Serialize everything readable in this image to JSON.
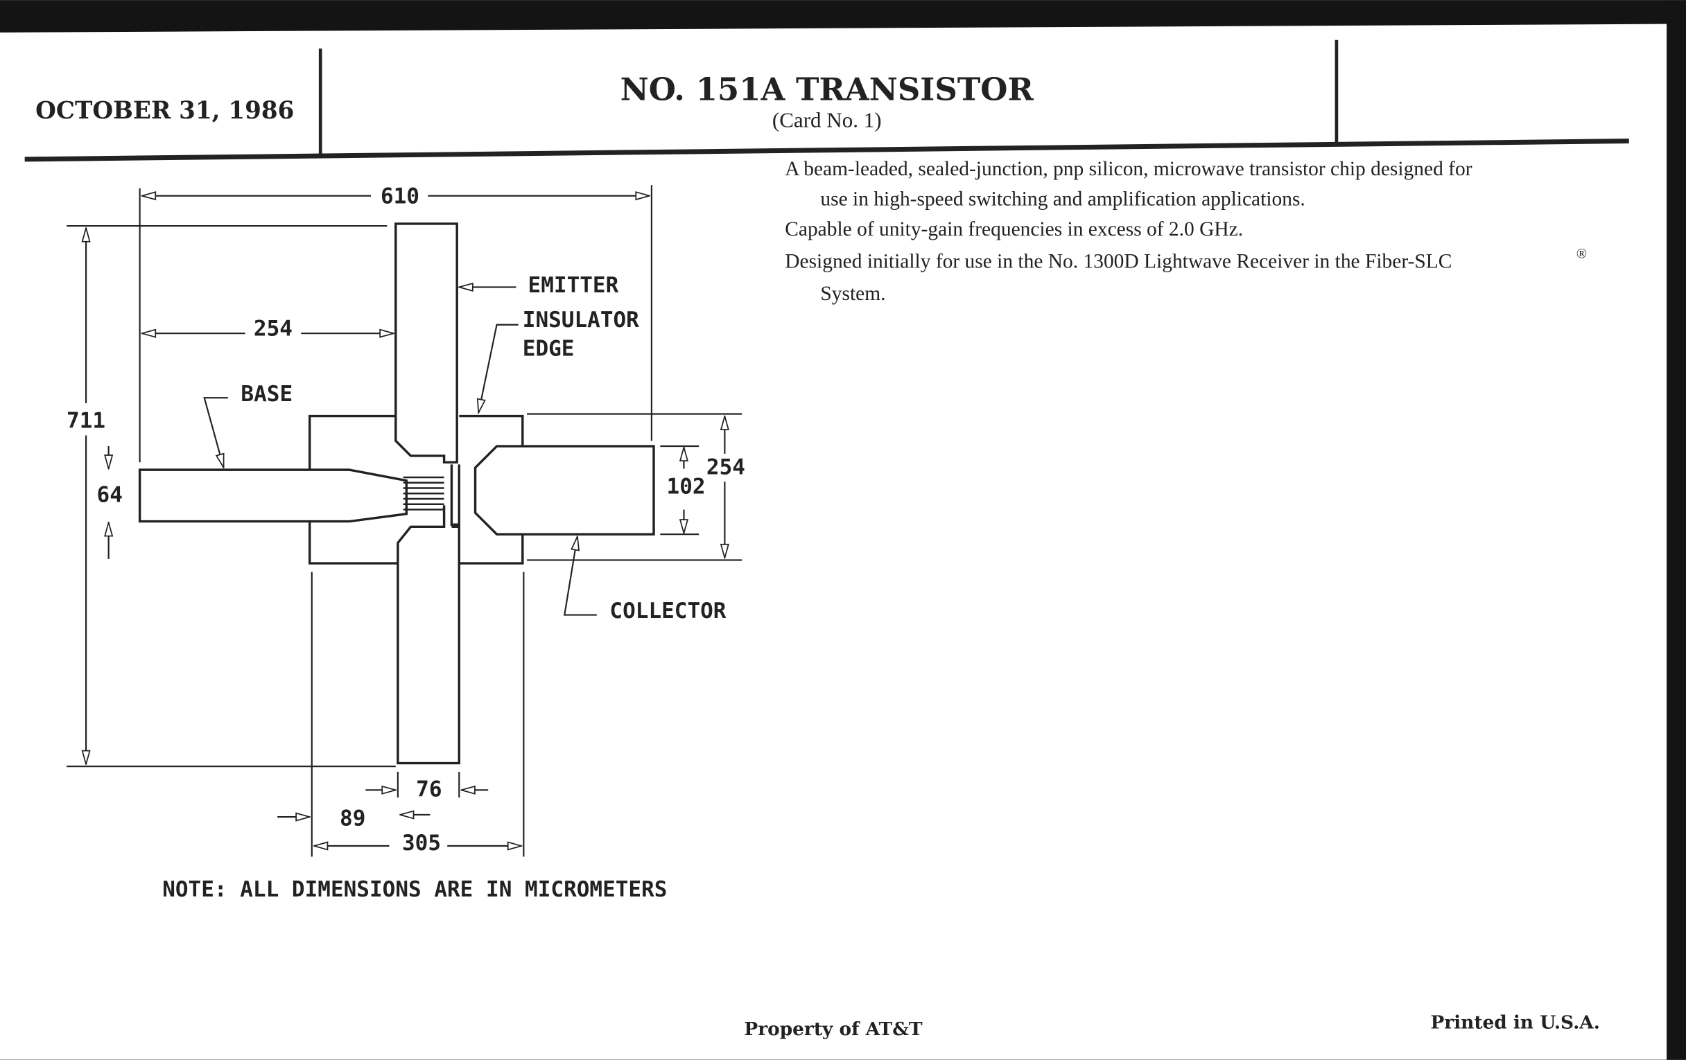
{
  "header": {
    "date": "OCTOBER 31, 1986",
    "title": "NO. 151A TRANSISTOR",
    "subtitle": "(Card No. 1)"
  },
  "description": {
    "p1_line1": "A beam-leaded, sealed-junction, pnp silicon, microwave transistor chip designed for",
    "p1_line2": "use in high-speed switching and amplification applications.",
    "p2": "Capable of unity-gain frequencies in excess of 2.0 GHz.",
    "p3_line1": "Designed initially for use in the No. 1300D Lightwave Receiver in the Fiber-SLC",
    "p3_reg": "®",
    "p3_line2": "System."
  },
  "diagram": {
    "labels": {
      "emitter": "EMITTER",
      "insulator_1": "INSULATOR",
      "insulator_2": "EDGE",
      "base": "BASE",
      "collector": "COLLECTOR"
    },
    "dimensions": {
      "overall_width": "610",
      "base_to_emitter": "254",
      "overall_height": "711",
      "base_lead_width": "64",
      "collector_lead_width": "102",
      "chip_height": "254",
      "emitter_width": "76",
      "chip_offset": "89",
      "chip_width": "305"
    },
    "note": "NOTE: ALL DIMENSIONS ARE IN MICROMETERS"
  },
  "footer": {
    "property": "Property of AT&T",
    "printed": "Printed in U.S.A."
  }
}
